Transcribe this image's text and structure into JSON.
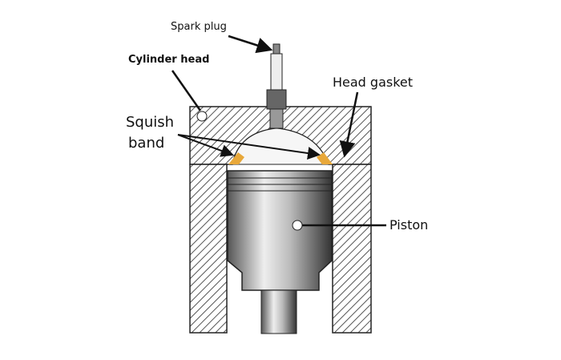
{
  "labels": {
    "spark_plug": "Spark plug",
    "cylinder_head": "Cylinder head",
    "head_gasket": "Head gasket",
    "squish_line1": "Squish",
    "squish_line2": "band",
    "piston": "Piston"
  },
  "colors": {
    "squish": "#e8a83a",
    "hatch": "#555555",
    "watermark": "#3a8fd0"
  }
}
